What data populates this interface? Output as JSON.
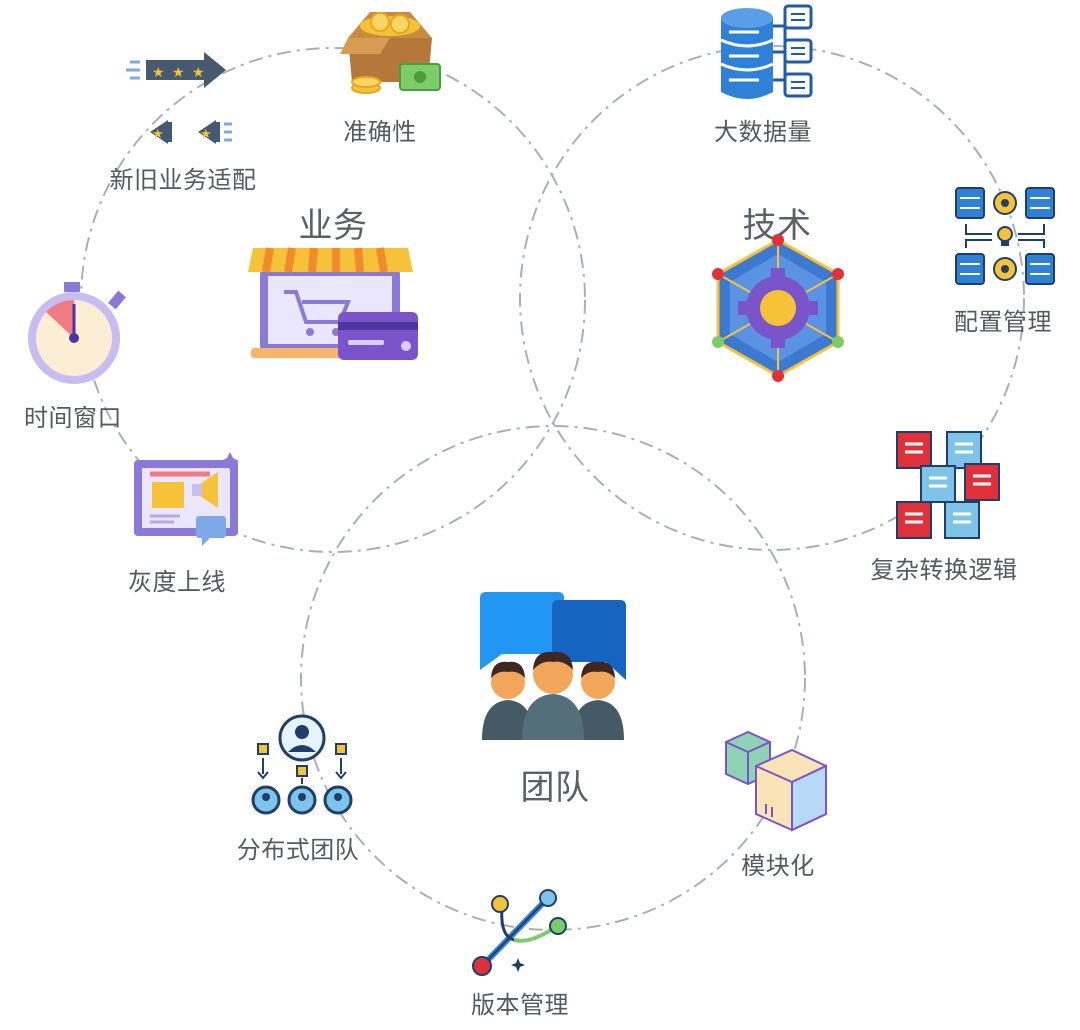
{
  "groups": {
    "business": "业务",
    "tech": "技术",
    "team": "团队"
  },
  "items": {
    "accuracy": "准确性",
    "adapt": "新旧业务适配",
    "timewin": "时间窗口",
    "gray": "灰度上线",
    "bigdata": "大数据量",
    "config": "配置管理",
    "transform": "复杂转换逻辑",
    "distributed": "分布式团队",
    "version": "版本管理",
    "modular": "模块化"
  },
  "colors": {
    "ring": "#a9b0b5",
    "text": "#555a5e",
    "blue": "#2f80d7",
    "dark_blue": "#1f5ba8",
    "red": "#e0313a",
    "light_blue": "#7dc4e8",
    "purple": "#7a55c9",
    "yellow": "#f6c338",
    "orange": "#f28a2e"
  },
  "icons": {
    "accuracy": "coin-box-icon",
    "adapt": "star-arrows-icon",
    "timewin": "stopwatch-icon",
    "gray": "announcement-board-icon",
    "bigdata": "database-icon",
    "config": "server-gear-icon",
    "transform": "blocks-icon",
    "distributed": "team-hierarchy-icon",
    "version": "branch-icon",
    "modular": "module-boxes-icon",
    "business": "shop-card-icon",
    "tech": "gear-hexagon-icon",
    "team": "team-chat-icon"
  }
}
